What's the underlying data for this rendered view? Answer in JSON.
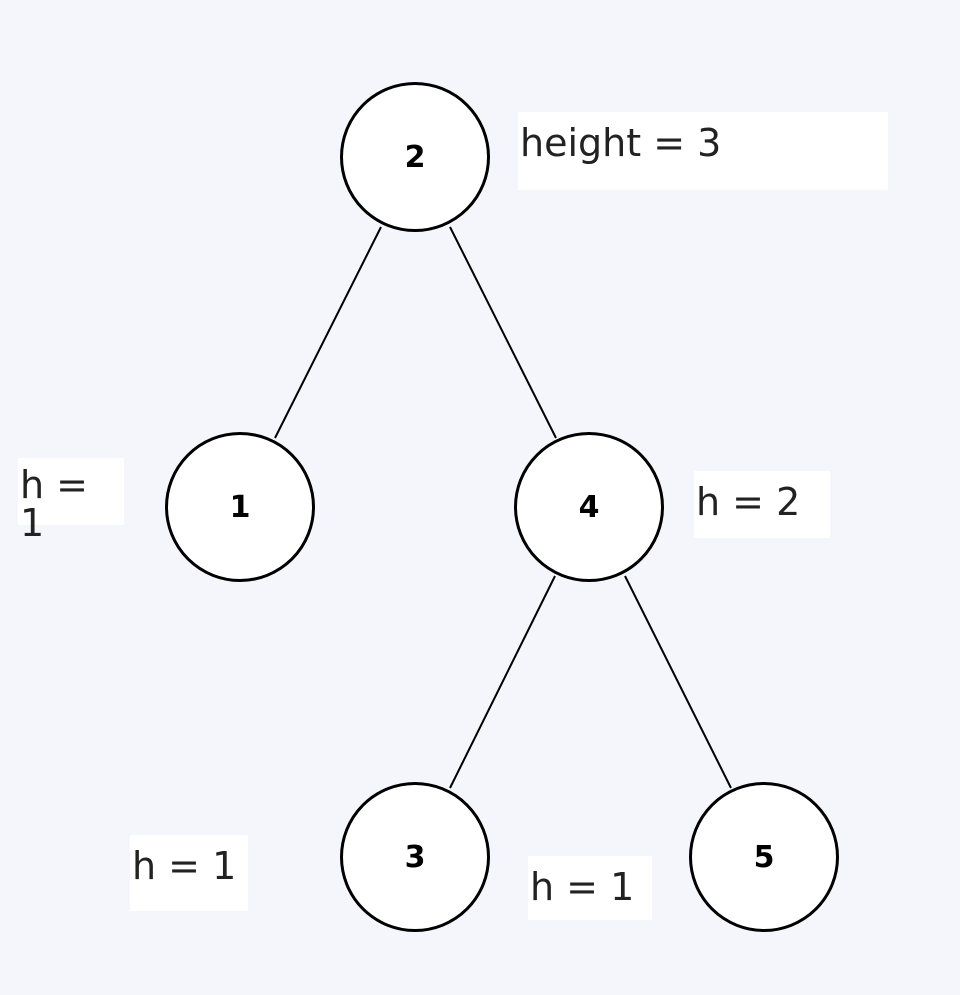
{
  "nodes": {
    "root": "2",
    "left": "1",
    "right": "4",
    "right_left": "3",
    "right_right": "5"
  },
  "labels": {
    "root_height": "height = 3",
    "left_height": "h = 1",
    "right_height": "h = 2",
    "right_left_height": "h = 1",
    "right_right_height": "h = 1"
  }
}
